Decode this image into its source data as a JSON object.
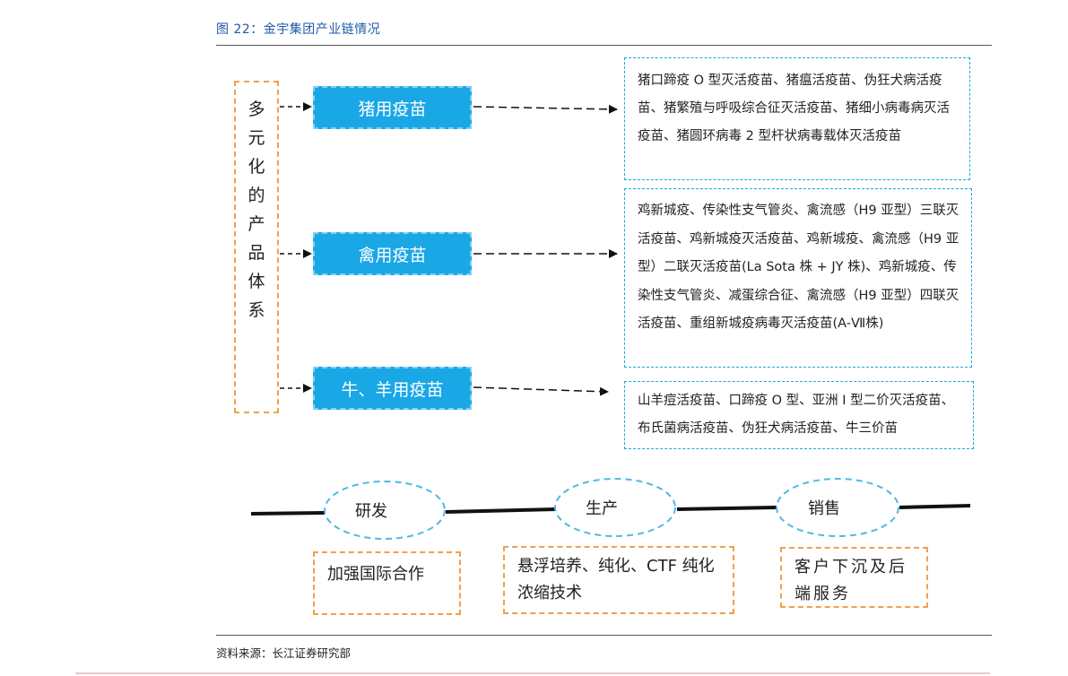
{
  "figure": {
    "title": "图 22：金宇集团产业链情况",
    "source": "资料来源：长江证券研究部"
  },
  "vertical_box": {
    "chars": [
      "多",
      "元",
      "化",
      "的",
      "产",
      "品",
      "体",
      "系"
    ]
  },
  "categories": [
    {
      "label": "猪用疫苗",
      "detail": "猪口蹄疫 O 型灭活疫苗、猪瘟活疫苗、伪狂犬病活疫苗、猪繁殖与呼吸综合征灭活疫苗、猪细小病毒病灭活疫苗、猪圆环病毒 2 型杆状病毒载体灭活疫苗"
    },
    {
      "label": "禽用疫苗",
      "detail": "鸡新城疫、传染性支气管炎、禽流感（H9 亚型）三联灭活疫苗、鸡新城疫灭活疫苗、鸡新城疫、禽流感（H9 亚型）二联灭活疫苗(La Sota 株 + JY 株)、鸡新城疫、传染性支气管炎、减蛋综合征、禽流感（H9 亚型）四联灭活疫苗、重组新城疫病毒灭活疫苗(A-Ⅶ株)"
    },
    {
      "label": "牛、羊用疫苗",
      "detail": "山羊痘活疫苗、口蹄疫 O 型、亚洲 I 型二价灭活疫苗、布氏菌病活疫苗、伪狂犬病活疫苗、牛三价苗"
    }
  ],
  "chain": [
    {
      "stage": "研发",
      "note": "加强国际合作"
    },
    {
      "stage": "生产",
      "note": "悬浮培养、纯化、CTF 纯化浓缩技术"
    },
    {
      "stage": "销售",
      "note": "客户下沉及后端服务"
    }
  ],
  "colors": {
    "title_blue": "#1f5aa6",
    "category_fill": "#1aa7e6",
    "orange_dash": "#f0a050",
    "ellipse_dash": "#4fb8e6"
  }
}
